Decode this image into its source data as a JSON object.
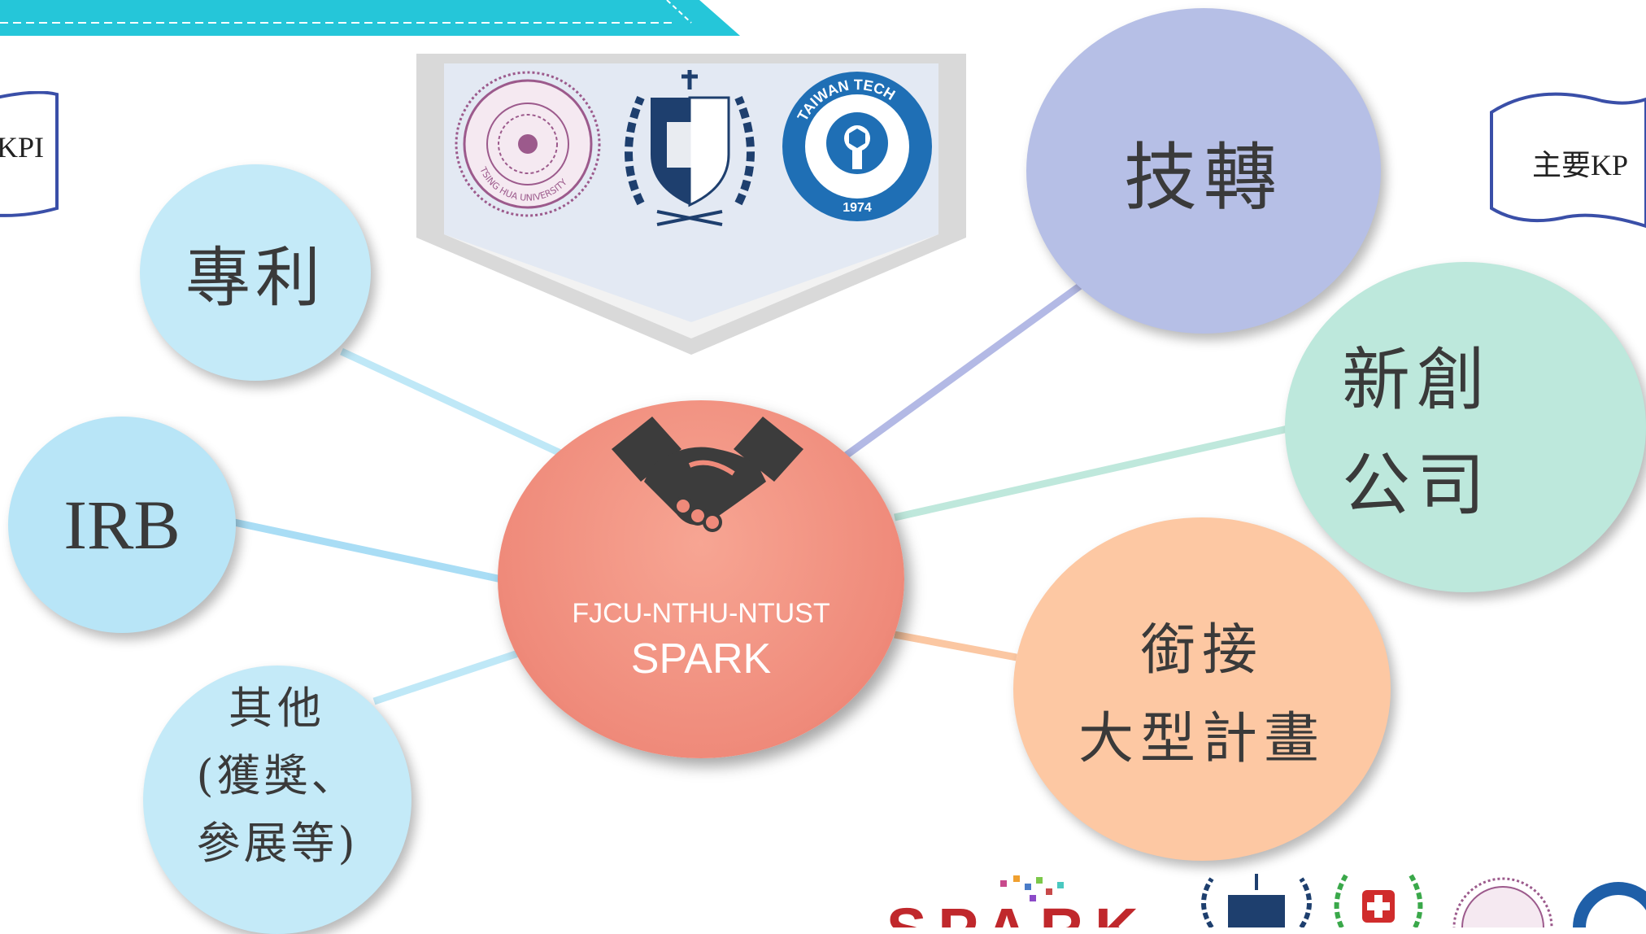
{
  "diagram": {
    "center": {
      "code": "FJCU-NTHU-NTUST",
      "name": "SPARK"
    },
    "nodes": {
      "patent": "專利",
      "irb": "IRB",
      "others_line1": "其他",
      "others_line2": "(獲獎、",
      "others_line3": "參展等)",
      "tech_transfer": "技轉",
      "startup_line1": "新創",
      "startup_line2": "公司",
      "bridge_line1": "銜接",
      "bridge_line2": "大型計畫"
    },
    "kpi_left": "KPI",
    "kpi_right": "主要KP"
  },
  "logos": {
    "nthu_text": "TSING HUA UNIVERSITY",
    "ntust_top": "TAIWAN TECH",
    "ntust_year": "1974",
    "spark_word": "SPARK"
  },
  "colors": {
    "teal_bar": "#25c6d9",
    "center": "#ef8a7a",
    "light_blue": "#c2e9f7",
    "periwinkle": "#b6bfe6",
    "mint": "#bde8dc",
    "peach": "#fdc8a3"
  }
}
